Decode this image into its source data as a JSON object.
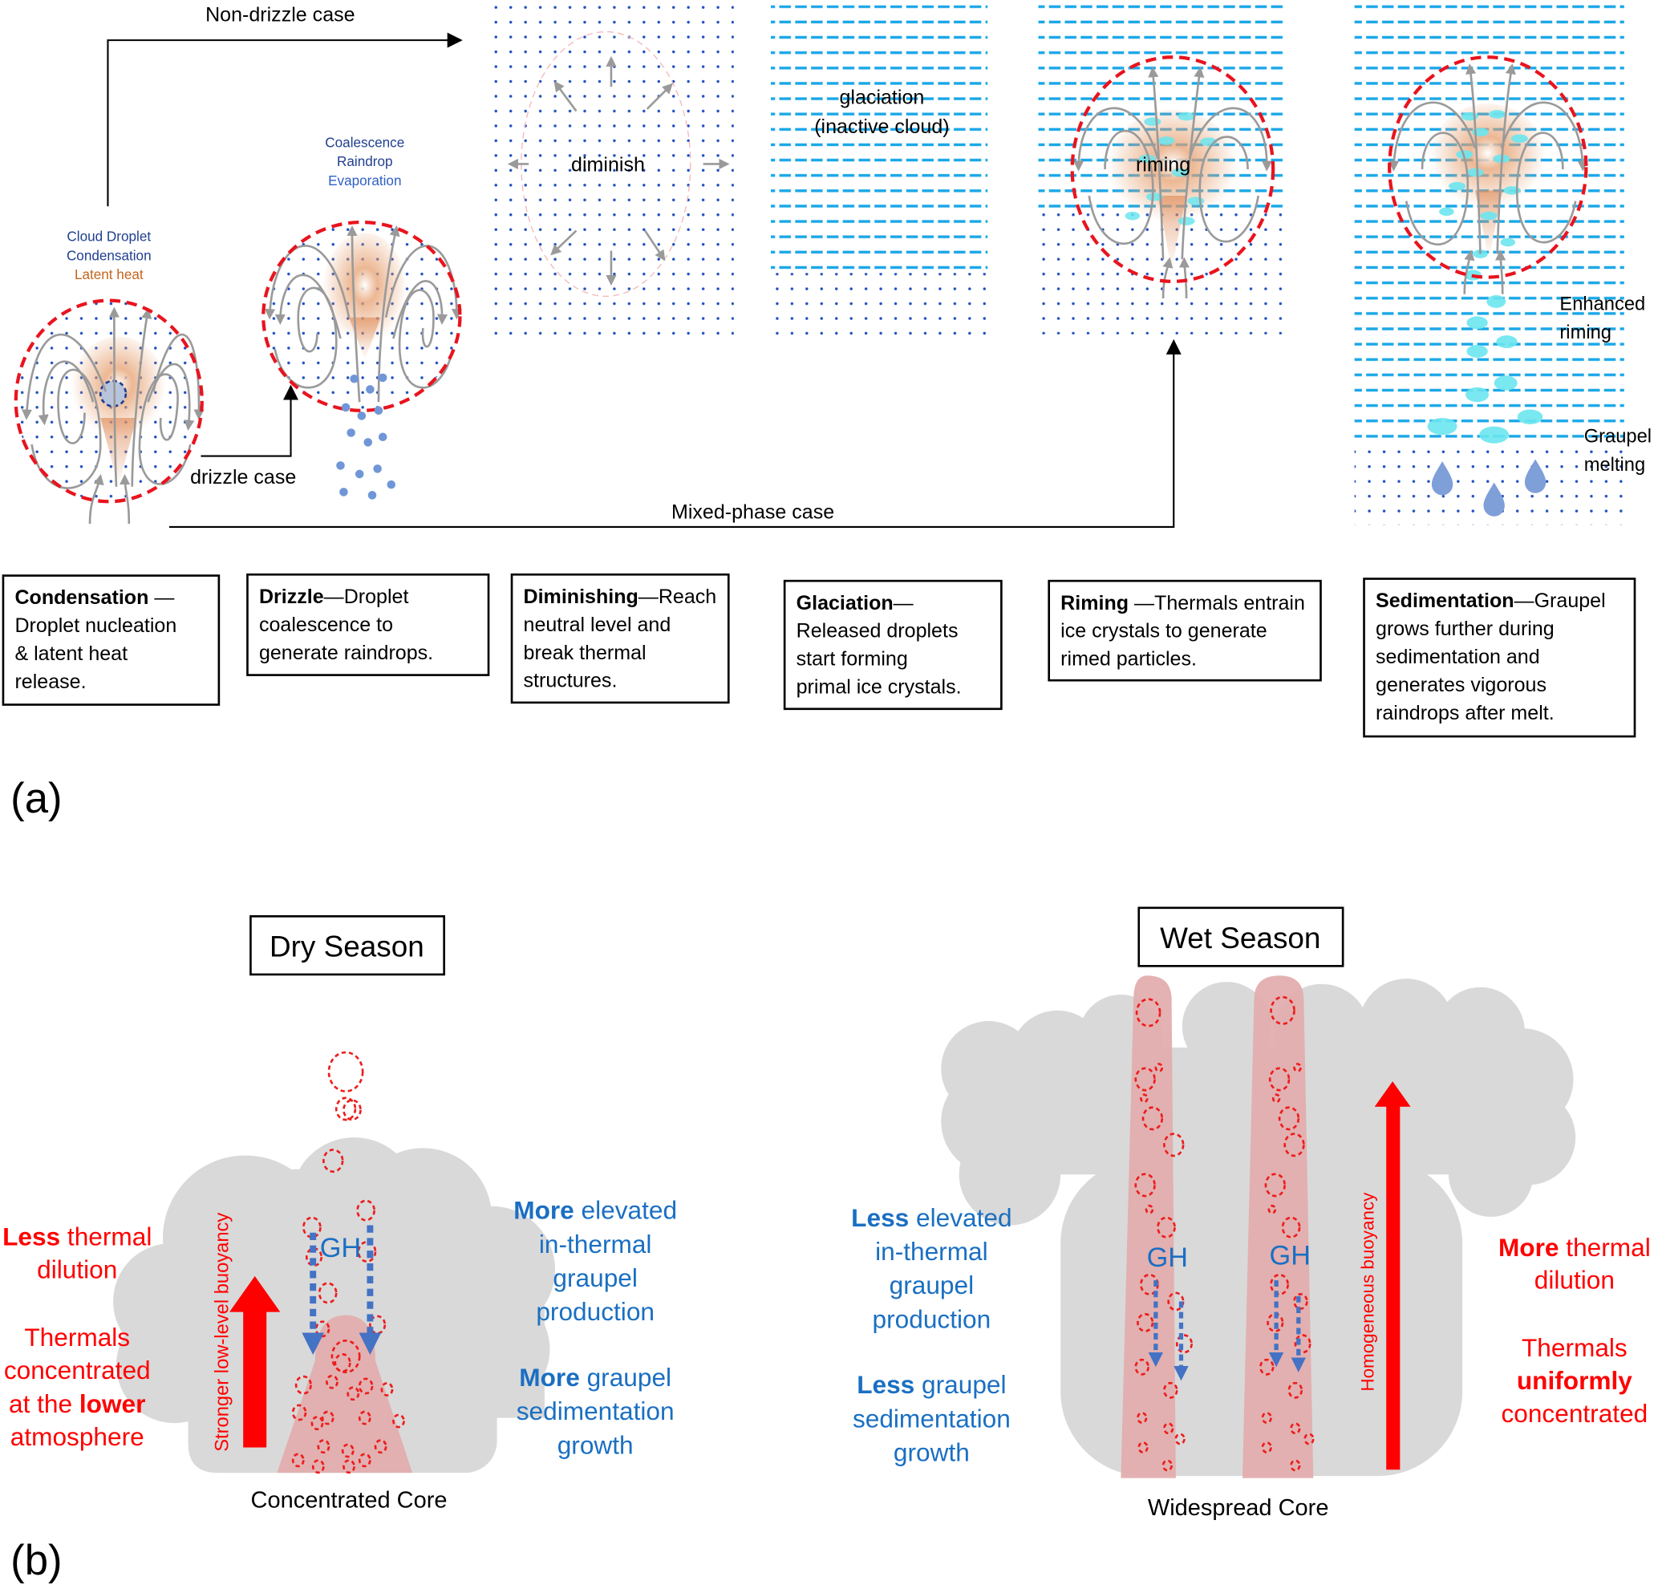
{
  "panel_a": {
    "label": "(a)",
    "flows": {
      "non_drizzle": "Non-drizzle case",
      "drizzle": "drizzle case",
      "mixed_phase": "Mixed-phase case"
    },
    "stage1_annotation": {
      "line1": "Cloud Droplet",
      "line2": "Condensation",
      "line3": "Latent heat"
    },
    "stage2_annotation": {
      "line1": "Coalescence",
      "line2": "Raindrop",
      "line3": "Evaporation"
    },
    "stage_labels": {
      "diminish": "diminish",
      "glaciation_1": "glaciation",
      "glaciation_2": "(inactive cloud)",
      "riming": "riming",
      "enhanced_1": "Enhanced",
      "enhanced_2": "riming",
      "graupel_1": "Graupel",
      "graupel_2": "melting"
    },
    "boxes": [
      {
        "title": "Condensation",
        "dash": " —",
        "lines": [
          "Droplet nucleation",
          "& latent heat",
          "release."
        ]
      },
      {
        "title": "Drizzle",
        "dash": "—Droplet",
        "lines": [
          "coalescence to",
          "generate raindrops."
        ]
      },
      {
        "title": "Diminishing",
        "dash": "—Reach",
        "lines": [
          "neutral level and",
          "break thermal",
          "structures."
        ]
      },
      {
        "title": "Glaciation",
        "dash": "—",
        "lines": [
          "Released droplets",
          "start forming",
          "primal ice crystals."
        ]
      },
      {
        "title": "Riming",
        "dash": " —Thermals entrain",
        "lines": [
          "ice crystals to generate",
          "rimed particles."
        ]
      },
      {
        "title": "Sedimentation",
        "dash": "—Graupel",
        "lines": [
          "grows further during",
          "sedimentation and",
          "generates vigorous",
          "raindrops  after melt."
        ]
      }
    ]
  },
  "panel_b": {
    "label": "(b)",
    "dry": {
      "title": "Dry Season",
      "core_label": "Concentrated Core",
      "gh": "GH",
      "buoyancy_label": "Stronger low-level buoyancy",
      "left": {
        "l1_bold": "Less",
        "l1_rest": " thermal",
        "l2": "dilution",
        "l3": "Thermals",
        "l4": "concentrated",
        "l5_pre": "at the ",
        "l5_bold": "lower",
        "l6": "atmosphere"
      },
      "right": {
        "l1_bold": "More",
        "l1_rest": " elevated",
        "l2": "in-thermal",
        "l3": "graupel",
        "l4": "production",
        "l5_bold": "More",
        "l5_rest": " graupel",
        "l6": "sedimentation",
        "l7": "growth"
      }
    },
    "wet": {
      "title": "Wet Season",
      "core_label": "Widespread Core",
      "gh": "GH",
      "buoyancy_label": "Homogeneous buoyancy",
      "left": {
        "l1_bold": "Less",
        "l1_rest": " elevated",
        "l2": "in-thermal",
        "l3": "graupel",
        "l4": "production",
        "l5_bold": "Less",
        "l5_rest": " graupel",
        "l6": "sedimentation",
        "l7": "growth"
      },
      "right": {
        "l1_bold": "More",
        "l1_rest": " thermal",
        "l2": "dilution",
        "l3": "Thermals",
        "l4_bold": "uniformly",
        "l5": "concentrated"
      }
    }
  },
  "colors": {
    "thermal_outline": "#e8141e",
    "droplet_dots": "#1f4fbf",
    "ice_dashes": "#1aa7e8",
    "latent_heat": "#d98b50",
    "cloud": "#d9d9d9",
    "plume": "#e3aeae",
    "graupel_arrow": "#4472c4",
    "buoyancy_arrow": "#ff0000"
  }
}
